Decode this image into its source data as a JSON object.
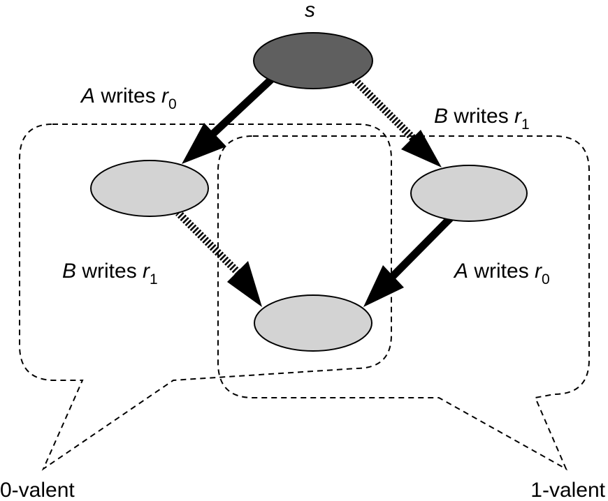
{
  "nodes": {
    "start_label": "s"
  },
  "edges": {
    "top_left": {
      "actor": "A",
      "verb": " writes ",
      "reg": "r",
      "sub": "0",
      "style": "solid"
    },
    "top_right": {
      "actor": "B",
      "verb": " writes ",
      "reg": "r",
      "sub": "1",
      "style": "dashed"
    },
    "bottom_left": {
      "actor": "B",
      "verb": " writes ",
      "reg": "r",
      "sub": "1",
      "style": "dashed"
    },
    "bottom_right": {
      "actor": "A",
      "verb": " writes ",
      "reg": "r",
      "sub": "0",
      "style": "solid"
    }
  },
  "callouts": {
    "left": "0-valent",
    "right": "1-valent"
  },
  "colors": {
    "start_node": "#5f5f5f",
    "state_node": "#d3d3d3",
    "stroke": "#000000"
  }
}
